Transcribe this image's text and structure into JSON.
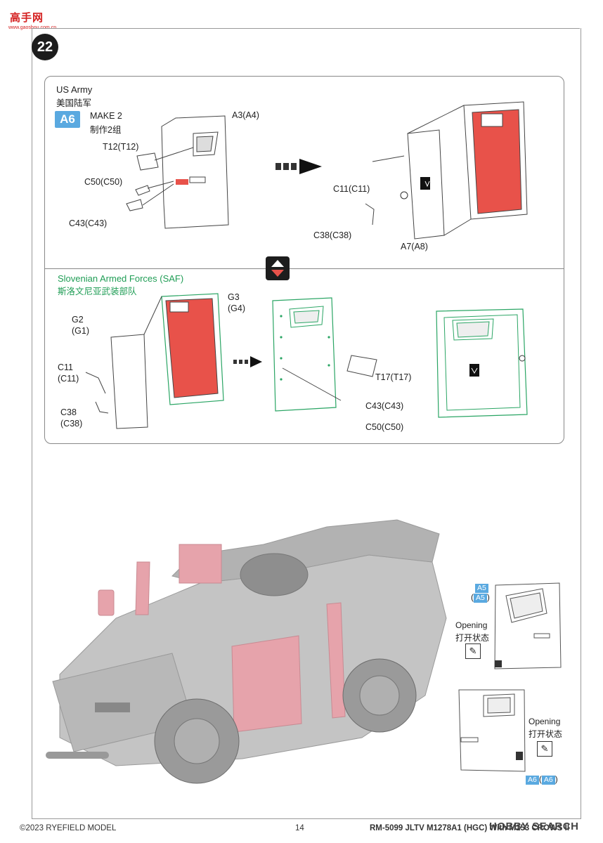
{
  "watermark": {
    "title": "高手网",
    "url": "www.gaoshou.com.cn"
  },
  "step_number": "22",
  "us_section": {
    "title": "US Army",
    "title_cn": "美国陆军",
    "badge": "A6",
    "make": "MAKE 2",
    "make_cn": "制作2组",
    "callouts": {
      "a3": "A3(A4)",
      "t12": "T12(T12)",
      "c50": "C50(C50)",
      "c43": "C43(C43)",
      "c11": "C11(C11)",
      "c38": "C38(C38)",
      "a7": "A7(A8)"
    }
  },
  "saf_section": {
    "title": "Slovenian Armed Forces (SAF)",
    "title_cn": "斯洛文尼亚武装部队",
    "callouts": {
      "g3": "G3",
      "g4": "(G4)",
      "g2": "G2",
      "g1": "(G1)",
      "c11a": "C11",
      "c11b": "(C11)",
      "c38a": "C38",
      "c38b": "(C38)",
      "t17": "T17(T17)",
      "c43": "C43(C43)",
      "c50": "C50(C50)"
    }
  },
  "insets": {
    "top": {
      "tag": "A5",
      "tag2": "A5",
      "label": "Opening",
      "label_cn": "打开状态"
    },
    "bottom": {
      "tag": "A6",
      "tag2": "A6",
      "label": "Opening",
      "label_cn": "打开状态"
    }
  },
  "footer": {
    "copyright": "©2023 RYEFIELD MODEL",
    "page": "14",
    "product": "RM-5099 JLTV M1278A1 (HGC) With M153 CROWS II",
    "logo": "HOBBY SEARCH"
  },
  "colors": {
    "highlight_red": "#e8524a",
    "outline_green": "#2aa564",
    "vehicle_gray": "#bdbdbd",
    "vehicle_pink": "#e6a3ab",
    "badge_blue": "#5aa9e0"
  }
}
